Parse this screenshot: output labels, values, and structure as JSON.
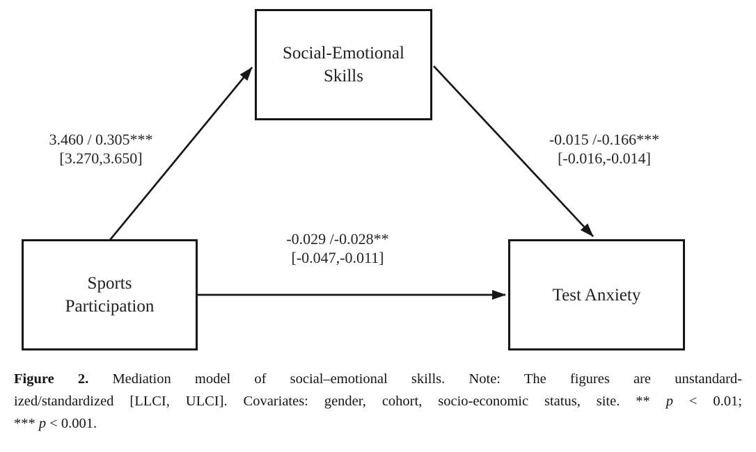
{
  "figure": {
    "nodes": {
      "mediator": {
        "label": "Social-Emotional\nSkills"
      },
      "predictor": {
        "label": "Sports\nParticipation"
      },
      "outcome": {
        "label": "Test Anxiety"
      }
    },
    "paths": {
      "a": {
        "coefficients": "3.460 / 0.305***",
        "ci": "[3.270,3.650]"
      },
      "b": {
        "coefficients": "-0.015 /-0.166***",
        "ci": "[-0.016,-0.014]"
      },
      "c": {
        "coefficients": "-0.029 /-0.028**",
        "ci": "[-0.047,-0.011]"
      }
    },
    "caption": {
      "figure_label": "Figure 2.",
      "line1_rest": " Mediation model of social–emotional skills. Note: The figures are unstandard-",
      "line2_pre": "ized/standardized [LLCI, ULCI]. Covariates: gender, cohort, socio-economic status, site. ** ",
      "line2_p": "p",
      "line2_post": " < 0.01;",
      "line3_pre": "*** ",
      "line3_p": "p",
      "line3_post": " < 0.001."
    },
    "colors": {
      "ink": "#1a1a1a",
      "background": "#ffffff"
    }
  }
}
